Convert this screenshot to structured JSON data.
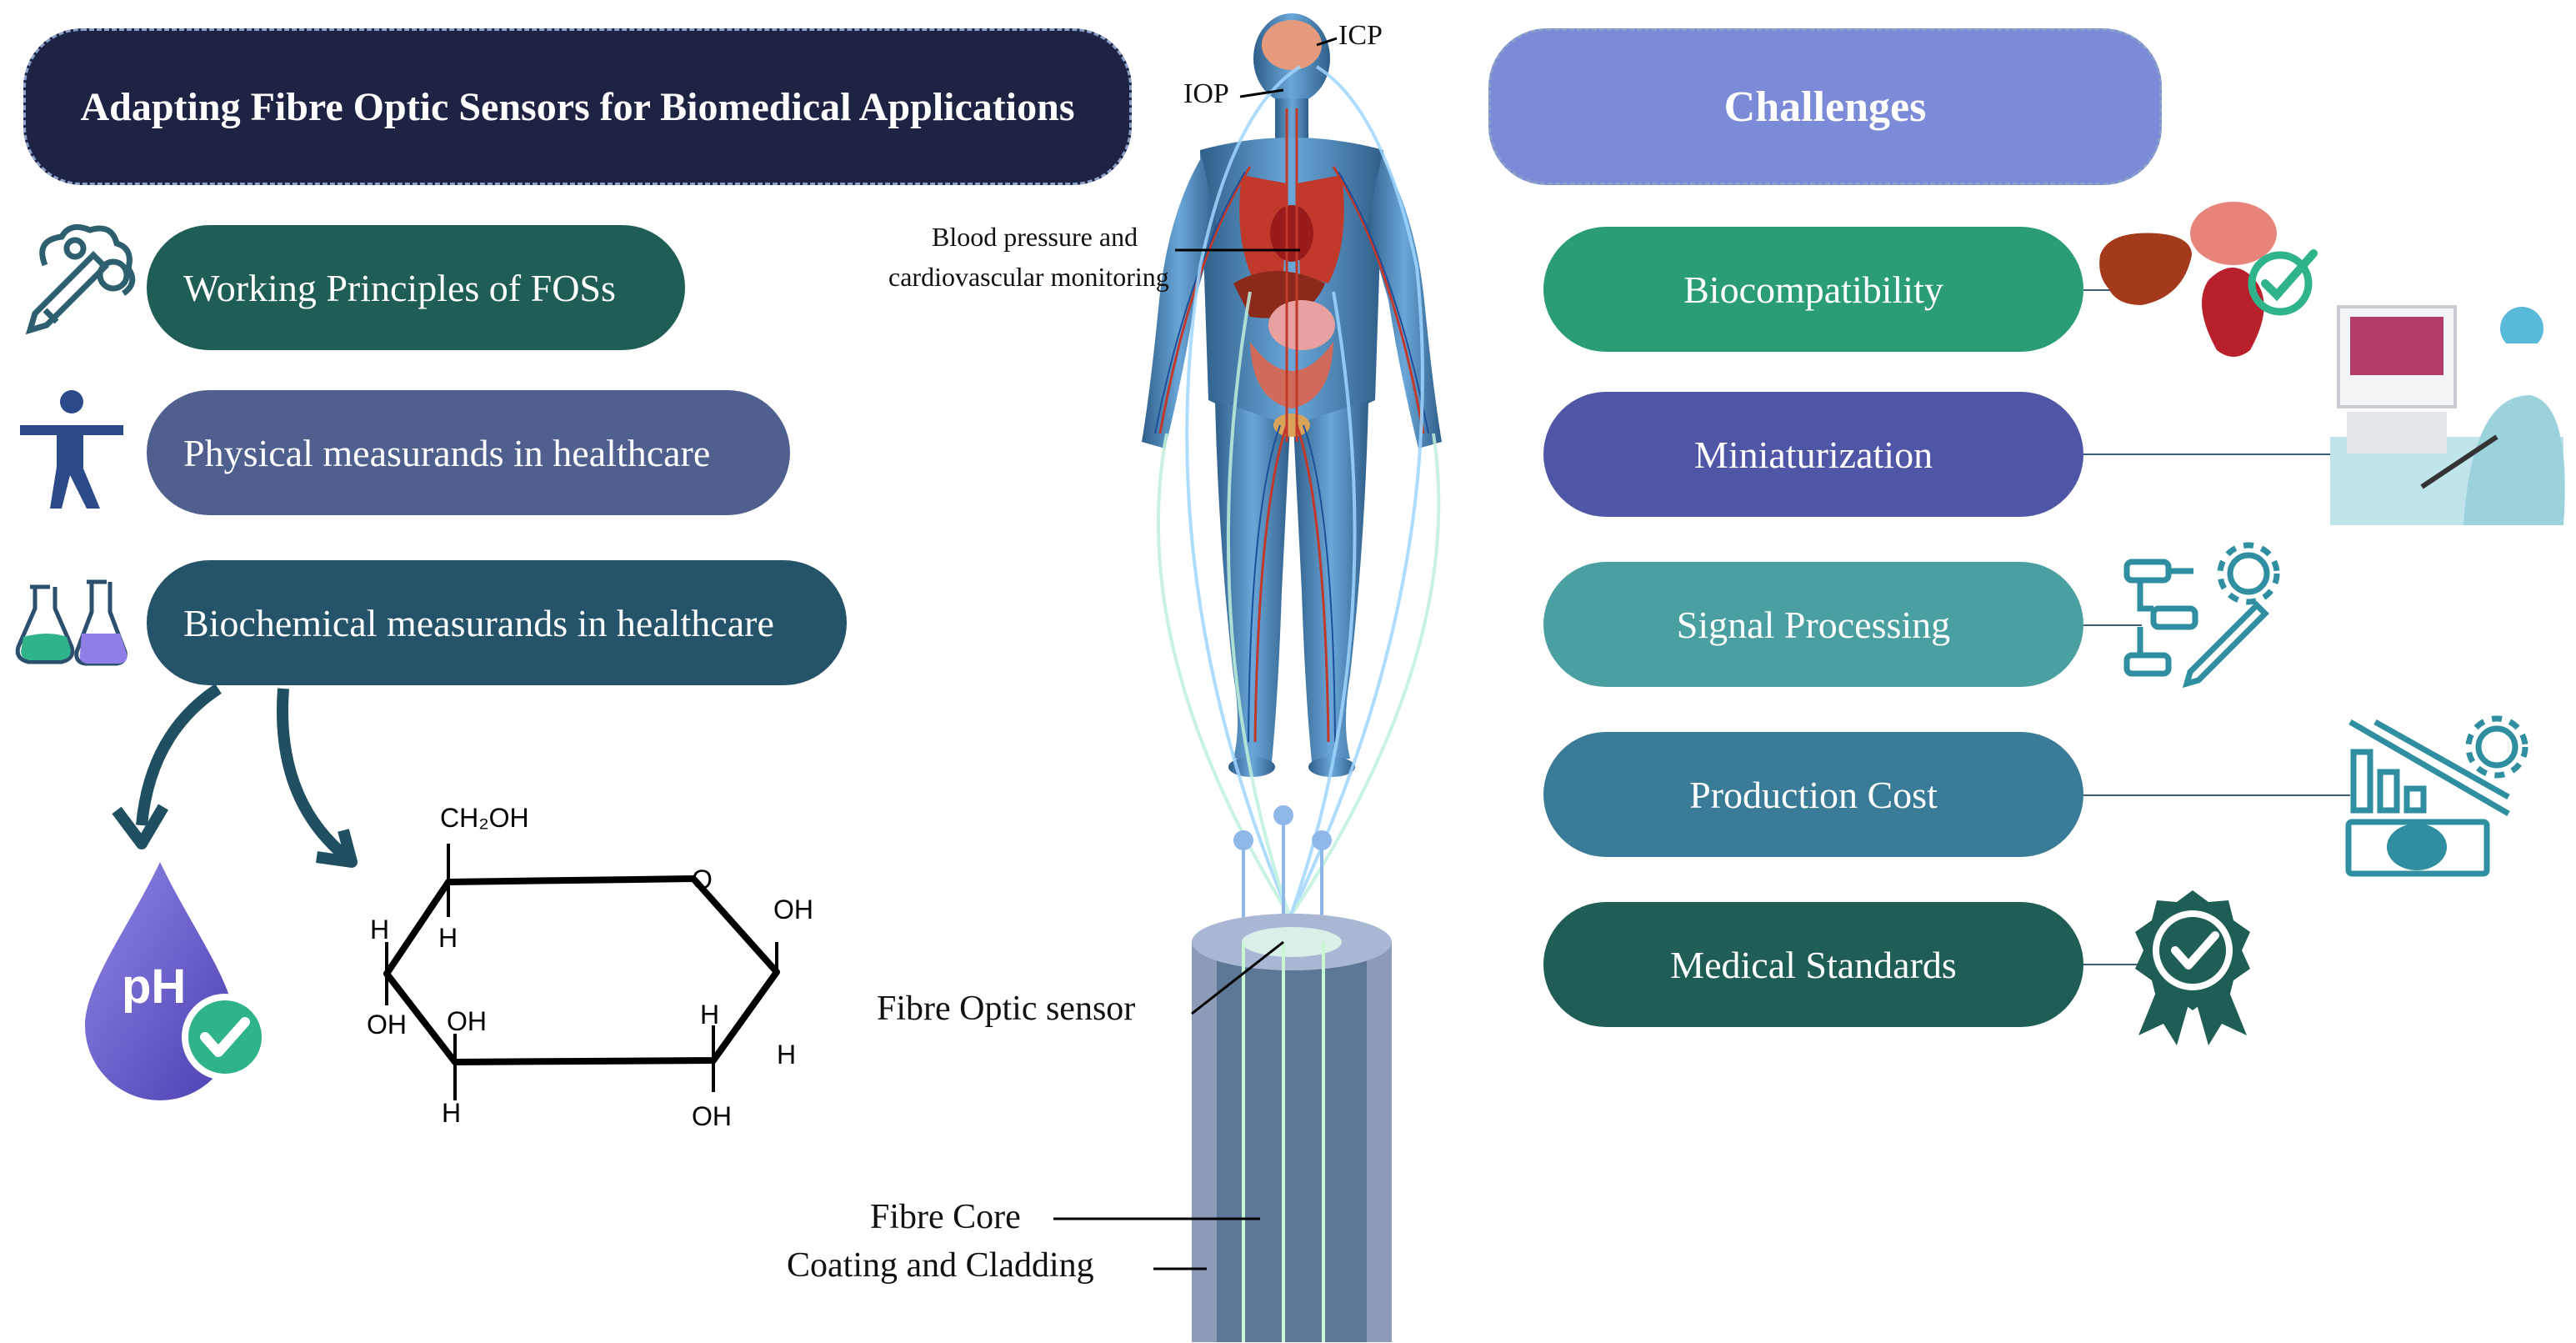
{
  "left_header": {
    "title": "Adapting Fibre Optic Sensors for Biomedical Applications"
  },
  "right_header": {
    "title": "Challenges"
  },
  "left_items": [
    {
      "label": "Working Principles of FOSs",
      "color": "#1f5e55",
      "icon": "brain-gear-pencil-icon"
    },
    {
      "label": "Physical measurands in healthcare",
      "color": "#4f5f8e",
      "icon": "person-pose-icon"
    },
    {
      "label": "Biochemical measurands in healthcare",
      "color": "#24536a",
      "icon": "flasks-icon"
    }
  ],
  "right_items": [
    {
      "label": "Biocompatibility",
      "color": "#2a9d78",
      "icon": "organs-check-icon"
    },
    {
      "label": "Miniaturization",
      "color": "#5056a6",
      "icon": "surgeon-monitor-icon"
    },
    {
      "label": "Signal Processing",
      "color": "#4aa0a0",
      "icon": "flowchart-gear-pencil-icon"
    },
    {
      "label": "Production Cost",
      "color": "#3a7c97",
      "icon": "cost-chart-icon"
    },
    {
      "label": "Medical Standards",
      "color": "#1f5e55",
      "icon": "ribbon-badge-check-icon"
    }
  ],
  "body_labels": {
    "icp": "ICP",
    "iop": "IOP",
    "bp_line1": "Blood pressure and",
    "bp_line2": "cardiovascular monitoring"
  },
  "fibre_labels": {
    "sensor": "Fibre Optic sensor",
    "core": "Fibre Core",
    "cladding": "Coating and Cladding"
  },
  "ph_badge": {
    "text": "pH"
  },
  "glucose": {
    "ch2oh": "CH₂OH",
    "o": "O",
    "oh_right": "OH",
    "h_right": "H",
    "h_mid_right": "H",
    "oh_bottom_right": "OH",
    "h_bottom_left": "H",
    "oh_inner": "OH",
    "oh_left": "OH",
    "h_left": "H",
    "h_top_left": "H"
  },
  "colors": {
    "dark_navy": "#1e2344",
    "challenges_header": "#7b8bd8",
    "fiber_glow": "#9fd6ff"
  }
}
